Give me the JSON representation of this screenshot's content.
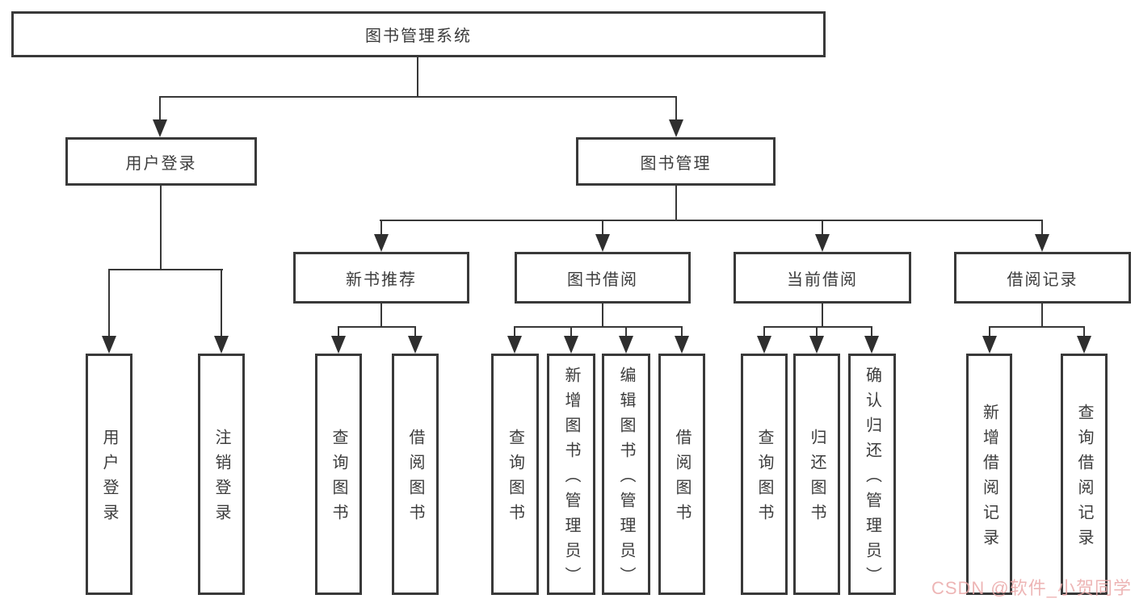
{
  "diagram": {
    "root": {
      "label": "图书管理系统"
    },
    "branches": [
      {
        "label": "用户登录",
        "children": [
          {
            "label": "用户登录"
          },
          {
            "label": "注销登录"
          }
        ]
      },
      {
        "label": "图书管理",
        "children": [
          {
            "label": "新书推荐",
            "children": [
              {
                "label": "查询图书"
              },
              {
                "label": "借阅图书"
              }
            ]
          },
          {
            "label": "图书借阅",
            "children": [
              {
                "label": "查询图书"
              },
              {
                "label": "新增图书（管理员）"
              },
              {
                "label": "编辑图书（管理员）"
              },
              {
                "label": "借阅图书"
              }
            ]
          },
          {
            "label": "当前借阅",
            "children": [
              {
                "label": "查询图书"
              },
              {
                "label": "归还图书"
              },
              {
                "label": "确认归还（管理员）"
              }
            ]
          },
          {
            "label": "借阅记录",
            "children": [
              {
                "label": "新增借阅记录"
              },
              {
                "label": "查询借阅记录"
              }
            ]
          }
        ]
      }
    ]
  },
  "watermark": {
    "text": "CSDN @软件_小贺同学",
    "color": "#eba9a9"
  },
  "colors": {
    "line": "#383838",
    "box_border": "#393939",
    "text": "#3c3c3c",
    "background": "#ffffff"
  }
}
